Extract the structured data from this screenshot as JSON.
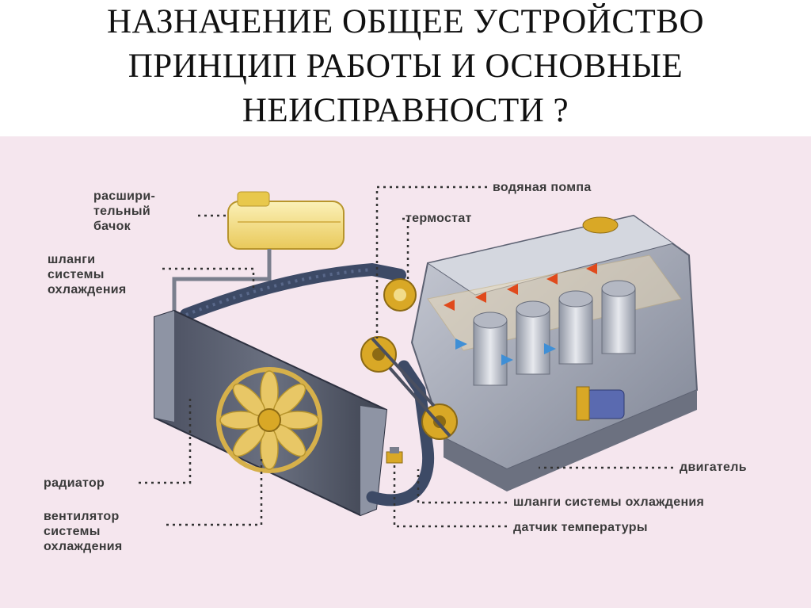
{
  "title": {
    "line1": "НАЗНАЧЕНИЕ  ОБЩЕЕ  УСТРОЙСТВО",
    "line2": "ПРИНЦИП РАБОТЫ И ОСНОВНЫЕ",
    "line3": "НЕИСПРАВНОСТИ ?"
  },
  "labels": {
    "expansion_tank": "расшири-\nтельный\nбачок",
    "hoses_left": "шланги\nсистемы\nохлаждения",
    "radiator": "радиатор",
    "fan": "вентилятор\nсистемы\nохлаждения",
    "water_pump": "водяная помпа",
    "thermostat": "термостат",
    "engine": "двигатель",
    "hoses_right": "шланги системы охлаждения",
    "temp_sensor": "датчик температуры"
  },
  "colors": {
    "background_panel": "#f5e6ee",
    "hose": "#3d4a66",
    "tank": "#f4e08a",
    "brass": "#d9a826",
    "engine_body": "#a6abb8",
    "coolant_arrow_hot": "#e04a1c",
    "coolant_arrow_cool": "#3f8fd6"
  }
}
